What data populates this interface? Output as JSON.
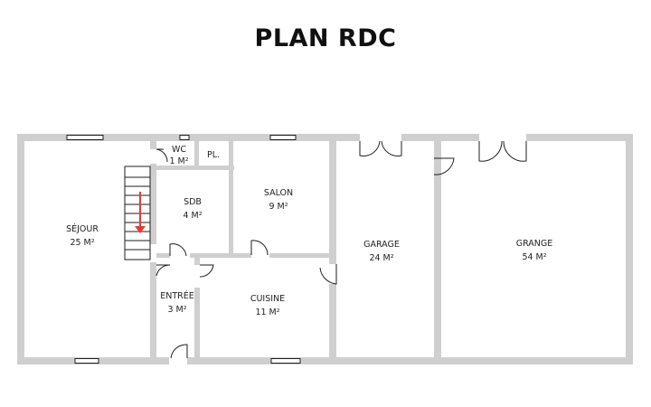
{
  "plan": {
    "title": "PLAN RDC",
    "rooms": {
      "sejour": {
        "name": "SÉJOUR",
        "area": "25 M²"
      },
      "wc": {
        "name": "WC",
        "area": "1 M²"
      },
      "placard": {
        "name": "PL.",
        "area": ""
      },
      "sdb": {
        "name": "SDB",
        "area": "4 M²"
      },
      "salon": {
        "name": "SALON",
        "area": "9 M²"
      },
      "entree": {
        "name": "ENTRÉE",
        "area": "3 M²"
      },
      "cuisine": {
        "name": "CUISINE",
        "area": "11 M²"
      },
      "garage": {
        "name": "GARAGE",
        "area": "24 M²"
      },
      "grange": {
        "name": "GRANGE",
        "area": "54 M²"
      }
    },
    "colors": {
      "wall": "#cfcfcf",
      "line": "#1e1e1e",
      "stair_arrow": "#e53935"
    }
  }
}
